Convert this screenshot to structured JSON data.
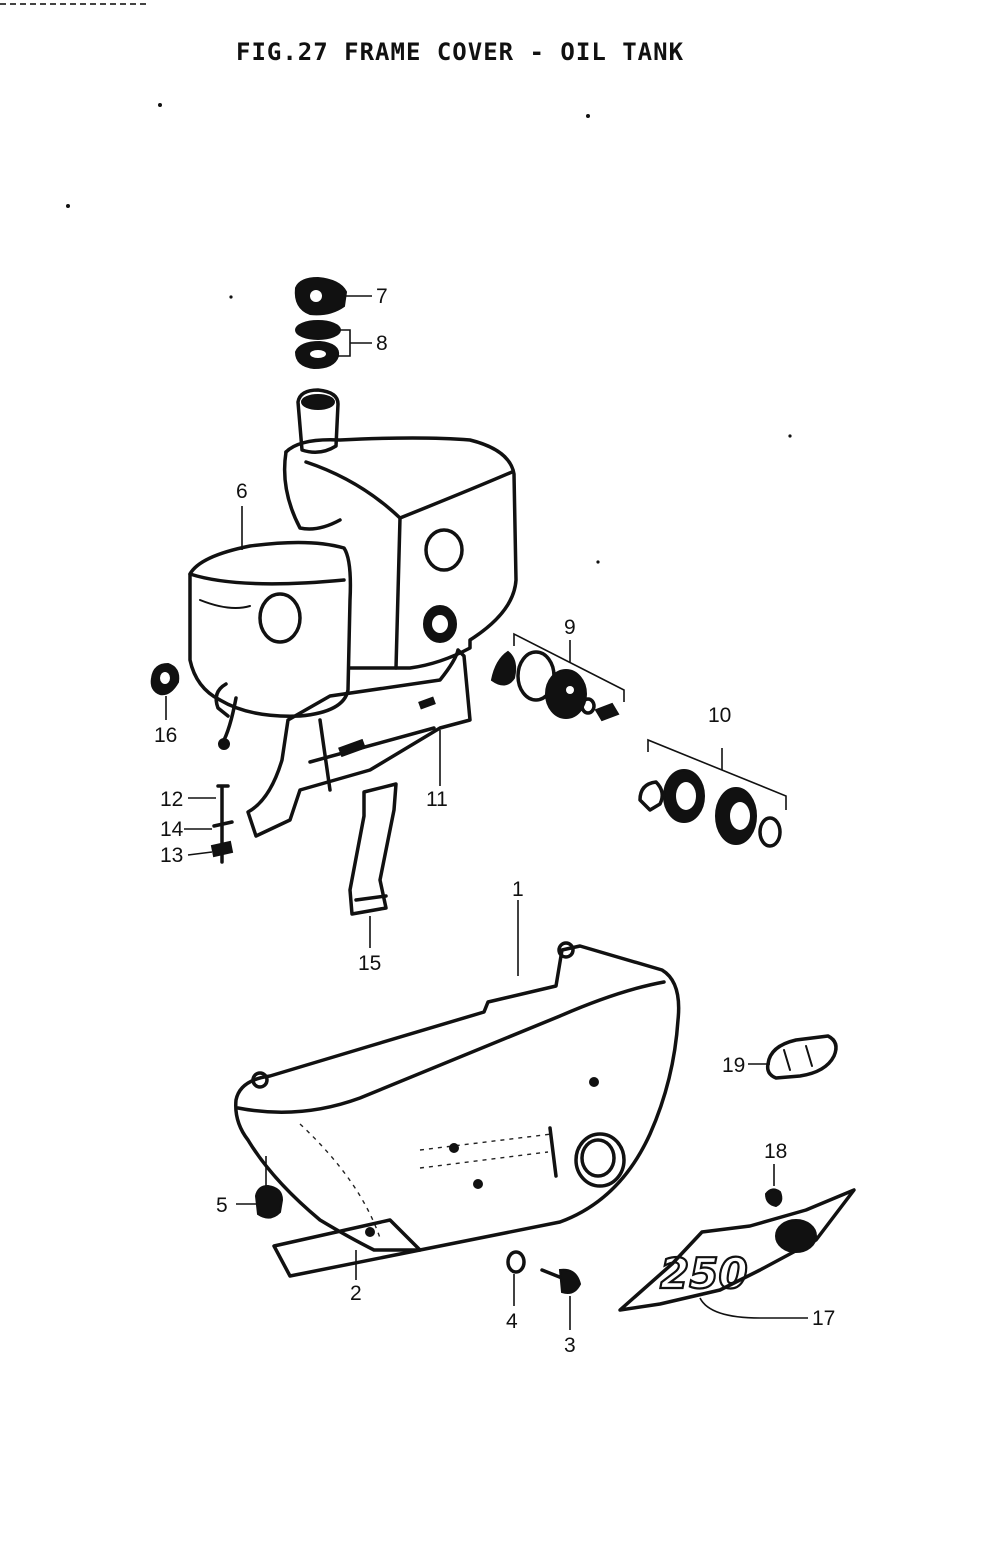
{
  "title": "FIG.27  FRAME COVER - OIL TANK",
  "labels": {
    "l1": "1",
    "l2": "2",
    "l3": "3",
    "l4": "4",
    "l5": "5",
    "l6": "6",
    "l7": "7",
    "l8": "8",
    "l9": "9",
    "l10": "10",
    "l11": "11",
    "l12": "12",
    "l13": "13",
    "l14": "14",
    "l15": "15",
    "l16": "16",
    "l17": "17",
    "l18": "18",
    "l19": "19"
  },
  "emblem_text": "250"
}
